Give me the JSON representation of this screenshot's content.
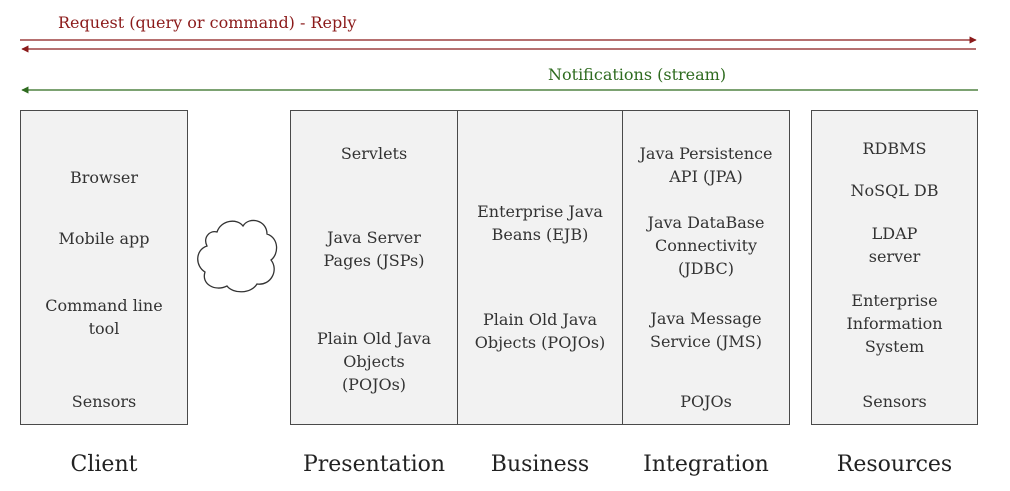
{
  "arrows": {
    "request_label": "Request (query or command) - Reply",
    "notifications_label": "Notifications (stream)",
    "request_color": "#8b1a1a",
    "notifications_color": "#2e6b1f"
  },
  "client": {
    "label": "Client",
    "items": [
      "Browser",
      "Mobile app",
      "Command line tool",
      "Sensors"
    ]
  },
  "presentation": {
    "label": "Presentation",
    "items": [
      "Servlets",
      "Java Server Pages (JSPs)",
      "Plain Old Java Objects (POJOs)"
    ]
  },
  "business": {
    "label": "Business",
    "items": [
      "Enterprise Java Beans (EJB)",
      "Plain Old Java Objects (POJOs)"
    ]
  },
  "integration": {
    "label": "Integration",
    "items": [
      "Java Persistence API (JPA)",
      "Java DataBase Connectivity (JDBC)",
      "Java Message Service (JMS)",
      "POJOs"
    ]
  },
  "resources": {
    "label": "Resources",
    "items": [
      "RDBMS",
      "NoSQL DB",
      "LDAP server",
      "Enterprise Information System",
      "Sensors"
    ]
  },
  "network": {
    "icon": "cloud-icon"
  }
}
